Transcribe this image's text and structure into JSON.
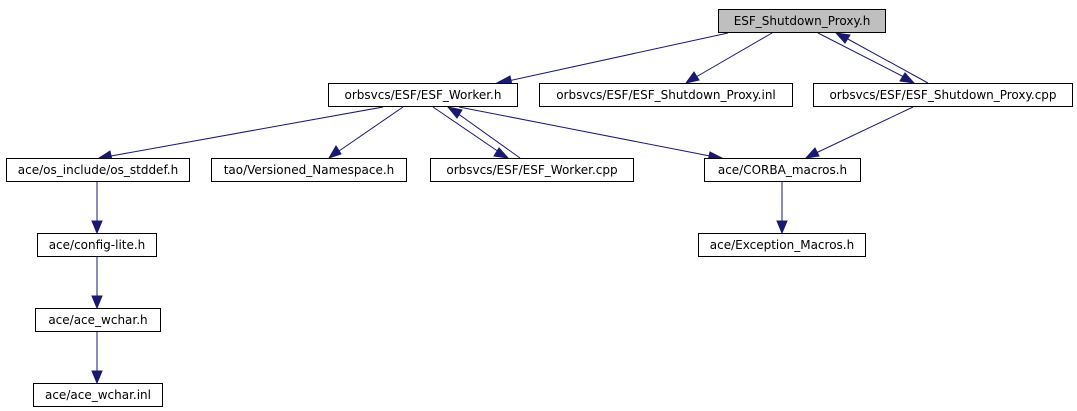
{
  "colors": {
    "edge": "#191970",
    "node_border": "#000000",
    "node_fill": "#ffffff",
    "root_fill": "#bfbfbf"
  },
  "nodes": {
    "esf_shutdown_proxy_h": "ESF_Shutdown_Proxy.h",
    "esf_worker_h": "orbsvcs/ESF/ESF_Worker.h",
    "esf_shutdown_proxy_inl": "orbsvcs/ESF/ESF_Shutdown_Proxy.inl",
    "esf_shutdown_proxy_cpp": "orbsvcs/ESF/ESF_Shutdown_Proxy.cpp",
    "os_stddef_h": "ace/os_include/os_stddef.h",
    "versioned_namespace_h": "tao/Versioned_Namespace.h",
    "esf_worker_cpp": "orbsvcs/ESF/ESF_Worker.cpp",
    "corba_macros_h": "ace/CORBA_macros.h",
    "config_lite_h": "ace/config-lite.h",
    "exception_macros_h": "ace/Exception_Macros.h",
    "ace_wchar_h": "ace/ace_wchar.h",
    "ace_wchar_inl": "ace/ace_wchar.inl"
  },
  "edges": [
    {
      "from": "esf_shutdown_proxy_h",
      "to": "esf_worker_h"
    },
    {
      "from": "esf_shutdown_proxy_h",
      "to": "esf_shutdown_proxy_inl"
    },
    {
      "from": "esf_shutdown_proxy_h",
      "to": "esf_shutdown_proxy_cpp"
    },
    {
      "from": "esf_shutdown_proxy_cpp",
      "to": "esf_shutdown_proxy_h"
    },
    {
      "from": "esf_shutdown_proxy_cpp",
      "to": "corba_macros_h"
    },
    {
      "from": "esf_worker_h",
      "to": "os_stddef_h"
    },
    {
      "from": "esf_worker_h",
      "to": "versioned_namespace_h"
    },
    {
      "from": "esf_worker_h",
      "to": "esf_worker_cpp"
    },
    {
      "from": "esf_worker_cpp",
      "to": "esf_worker_h"
    },
    {
      "from": "esf_worker_h",
      "to": "corba_macros_h"
    },
    {
      "from": "os_stddef_h",
      "to": "config_lite_h"
    },
    {
      "from": "config_lite_h",
      "to": "ace_wchar_h"
    },
    {
      "from": "ace_wchar_h",
      "to": "ace_wchar_inl"
    },
    {
      "from": "corba_macros_h",
      "to": "exception_macros_h"
    }
  ]
}
